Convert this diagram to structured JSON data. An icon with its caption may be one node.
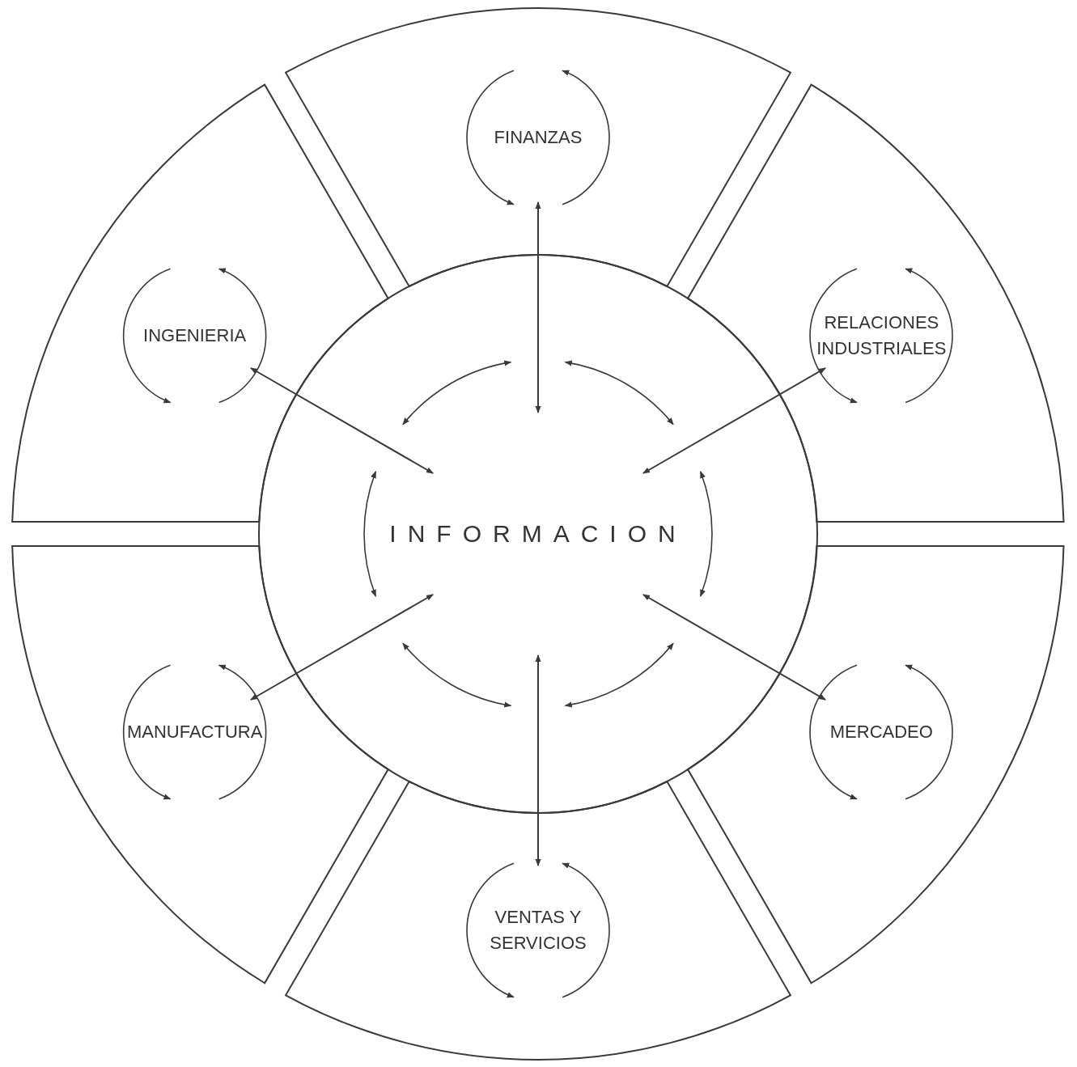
{
  "diagram": {
    "nodes": [
      {
        "text": [
          "FINANZAS"
        ]
      },
      {
        "text": [
          "INGENIERIA"
        ]
      },
      {
        "text": [
          "RELACIONES INDUSTRIALES"
        ]
      },
      {
        "text": [
          "INFORMACION"
        ]
      },
      {
        "text": [
          "MANUFACTURA"
        ]
      },
      {
        "text": [
          "MERCADEO"
        ]
      },
      {
        "text": [
          "VENTAS Y SERVICIOS"
        ]
      }
    ],
    "edges": [
      {
        "from": 0,
        "to": 3,
        "arrow": "both"
      },
      {
        "from": 1,
        "to": 3,
        "arrow": "both"
      },
      {
        "from": 2,
        "to": 3,
        "arrow": "both"
      },
      {
        "from": 4,
        "to": 3,
        "arrow": "both"
      },
      {
        "from": 5,
        "to": 3,
        "arrow": "both"
      },
      {
        "from": 6,
        "to": 3,
        "arrow": "both"
      }
    ]
  }
}
